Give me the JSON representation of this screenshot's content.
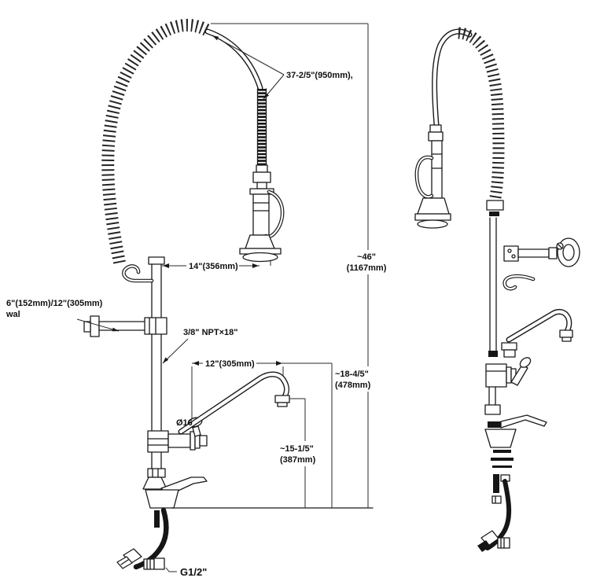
{
  "diagram": {
    "type": "technical-dimension-drawing",
    "subject": "wall/deck mount pre-rinse faucet with add-on swing spout",
    "views": [
      "assembled dimensioned view",
      "exploded parts view"
    ],
    "colors": {
      "line": "#1a1a1a",
      "background": "#ffffff"
    },
    "labels": {
      "hose_length": "37-2/5\"(950mm),",
      "riser_offset": "14\"(356mm)",
      "bracket_line1": "6\"(152mm)/12\"(305mm)",
      "bracket_line2": "wal",
      "supply_nipple": "3/8\" NPT×18\"",
      "spout_reach": "12\"(305mm)",
      "spout_diameter": "Ø16",
      "overall_height_in": "~46\"",
      "overall_height_mm": "(1167mm)",
      "spout_top_height_in": "~18-4/5\"",
      "spout_top_height_mm": "(478mm)",
      "spout_outlet_height_in": "~15-1/5\"",
      "spout_outlet_height_mm": "(387mm)",
      "inlet_thread": "G1/2\""
    }
  }
}
